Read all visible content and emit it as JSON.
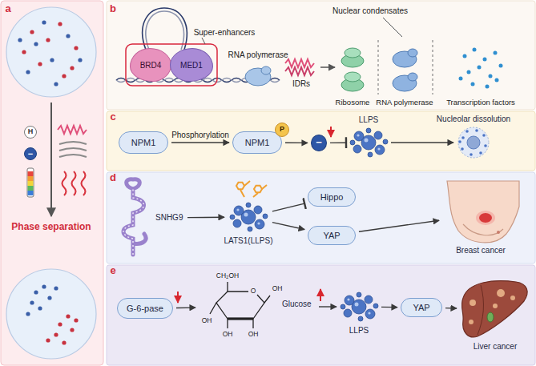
{
  "diagram": {
    "nodes": [
      {
        "text": [
          "BRD4"
        ]
      },
      {
        "text": [
          "MED1"
        ]
      },
      {
        "text": [
          "NPM1"
        ]
      },
      {
        "text": [
          "NPM1"
        ]
      },
      {
        "text": [
          "P"
        ]
      },
      {
        "text": [
          "−"
        ]
      },
      {
        "text": [
          "LLPS"
        ]
      },
      {
        "text": [
          "Nucleolar dissolution"
        ]
      },
      {
        "text": [
          "SNHG9"
        ]
      },
      {
        "text": [
          "LATS1(LLPS)"
        ]
      },
      {
        "text": [
          "Hippo"
        ]
      },
      {
        "text": [
          "YAP"
        ]
      },
      {
        "text": [
          "Breast cancer"
        ]
      },
      {
        "text": [
          "G-6-pase"
        ]
      },
      {
        "text": [
          "Glucose"
        ]
      },
      {
        "text": [
          "LLPS"
        ]
      },
      {
        "text": [
          "YAP"
        ]
      },
      {
        "text": [
          "Liver cancer"
        ]
      }
    ],
    "edges": [
      {
        "from": 2,
        "to": 3,
        "label": "Phosphorylation",
        "arrow": "to"
      },
      {
        "from": 3,
        "to": 5,
        "arrow": "to"
      },
      {
        "from": 5,
        "to": 6,
        "arrow": "to"
      },
      {
        "from": 6,
        "to": 7,
        "arrow": "to"
      },
      {
        "from": 8,
        "to": 9,
        "arrow": "to"
      },
      {
        "from": 9,
        "to": 10,
        "arrow": "to"
      },
      {
        "from": 9,
        "to": 11,
        "arrow": "to"
      },
      {
        "from": 11,
        "to": 12,
        "arrow": "to"
      },
      {
        "from": 13,
        "to": 14,
        "arrow": "to"
      },
      {
        "from": 14,
        "to": 15,
        "arrow": "to"
      },
      {
        "from": 15,
        "to": 16,
        "arrow": "to"
      },
      {
        "from": 16,
        "to": 17,
        "arrow": "to"
      }
    ],
    "labels": [
      "a",
      "H",
      "−",
      "Phase separation",
      "b",
      "Super-enhancers",
      "RNA polymerase",
      "IDRs",
      "Nuclear condensates",
      "Ribosome",
      "RNA polymerase",
      "Transcription factors",
      "c",
      "d",
      "e",
      "CH₂OH",
      "O",
      "OH",
      "OH",
      "OH",
      "OH"
    ]
  }
}
